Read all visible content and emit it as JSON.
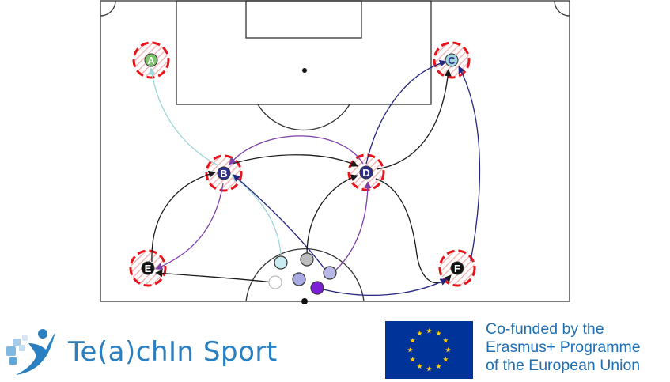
{
  "diagram": {
    "colors": {
      "field_line": "#333333",
      "target_ring": "#e8131b",
      "hatch": "#f2b8b8",
      "path_lightblue": "#9fd6d9",
      "path_purple": "#7c3fa9",
      "path_navy": "#25257f",
      "path_black": "#1a1a1a"
    },
    "nodes": [
      {
        "id": "A",
        "label": "A",
        "fill": "#7ec46a",
        "text": "#ffffff"
      },
      {
        "id": "B",
        "label": "B",
        "fill": "#2f2f8f",
        "text": "#ffffff"
      },
      {
        "id": "C",
        "label": "C",
        "fill": "#9fd6d9",
        "text": "#2f2f8f"
      },
      {
        "id": "D",
        "label": "D",
        "fill": "#2f2f8f",
        "text": "#ffffff"
      },
      {
        "id": "E",
        "label": "E",
        "fill": "#111111",
        "text": "#ffffff"
      },
      {
        "id": "F",
        "label": "F",
        "fill": "#111111",
        "text": "#ffffff"
      }
    ],
    "balls": [
      {
        "name": "ball-lightblue",
        "fill": "#c9ecf2"
      },
      {
        "name": "ball-gray",
        "fill": "#bdbdbd"
      },
      {
        "name": "ball-white",
        "fill": "#ffffff"
      },
      {
        "name": "ball-periwinkle",
        "fill": "#a9a9e3"
      },
      {
        "name": "ball-lavender",
        "fill": "#b7b7e8"
      },
      {
        "name": "ball-purple",
        "fill": "#7b1fd6"
      }
    ]
  },
  "footer": {
    "teachin_brand": "Te(a)chIn Sport",
    "eu_lines": [
      "Co-funded by the",
      "Erasmus+ Programme",
      "of the European Union"
    ],
    "eu_colors": {
      "flag": "#003399",
      "stars": "#ffcc00"
    },
    "icons": [
      "teachin-figure-icon",
      "eu-flag-icon"
    ]
  }
}
